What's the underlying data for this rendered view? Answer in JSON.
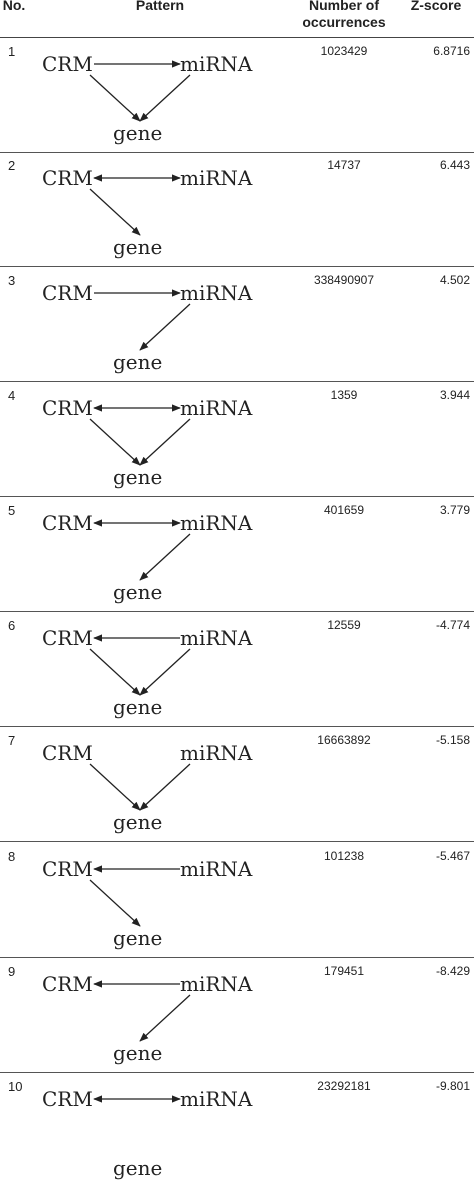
{
  "header": {
    "no": "No.",
    "pattern": "Pattern",
    "occ": "Number of occurrences",
    "z": "Z-score"
  },
  "nodes": {
    "crm": "CRM",
    "mirna": "miRNA",
    "gene": "gene"
  },
  "rows": [
    {
      "no": "1",
      "occ": "1023429",
      "z": "6.8716",
      "edges": [
        "crm>mirna",
        "crm>gene",
        "mirna>gene"
      ]
    },
    {
      "no": "2",
      "occ": "14737",
      "z": "6.443",
      "edges": [
        "crm<>mirna",
        "crm>gene"
      ]
    },
    {
      "no": "3",
      "occ": "338490907",
      "z": "4.502",
      "edges": [
        "crm>mirna",
        "mirna>gene"
      ]
    },
    {
      "no": "4",
      "occ": "1359",
      "z": "3.944",
      "edges": [
        "crm<>mirna",
        "crm>gene",
        "mirna>gene"
      ]
    },
    {
      "no": "5",
      "occ": "401659",
      "z": "3.779",
      "edges": [
        "crm<>mirna",
        "mirna>gene"
      ]
    },
    {
      "no": "6",
      "occ": "12559",
      "z": "-4.774",
      "edges": [
        "mirna>crm",
        "crm>gene",
        "mirna>gene"
      ]
    },
    {
      "no": "7",
      "occ": "16663892",
      "z": "-5.158",
      "edges": [
        "crm>gene",
        "mirna>gene"
      ]
    },
    {
      "no": "8",
      "occ": "101238",
      "z": "-5.467",
      "edges": [
        "mirna>crm",
        "crm>gene"
      ]
    },
    {
      "no": "9",
      "occ": "179451",
      "z": "-8.429",
      "edges": [
        "mirna>crm",
        "mirna>gene"
      ]
    },
    {
      "no": "10",
      "occ": "23292181",
      "z": "-9.801",
      "edges": [
        "crm<>mirna"
      ]
    }
  ]
}
